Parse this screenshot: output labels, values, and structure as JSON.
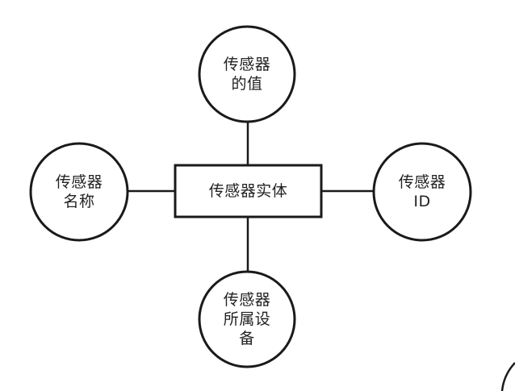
{
  "entity": {
    "label": "传感器实体"
  },
  "attributes": {
    "value": {
      "lines": [
        "传感器",
        "的值"
      ]
    },
    "name": {
      "lines": [
        "传感器",
        "名称"
      ]
    },
    "id": {
      "lines": [
        "传感器",
        "ID"
      ]
    },
    "device": {
      "lines": [
        "传感器",
        "所属设",
        "备"
      ]
    }
  },
  "colors": {
    "stroke": "#1a1a1a",
    "text": "#222222",
    "background": "#ffffff"
  }
}
